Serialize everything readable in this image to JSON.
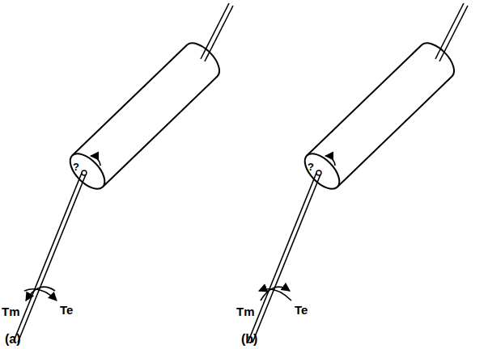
{
  "diagram": {
    "labels": [
      "?",
      "?",
      "Tm",
      "Te",
      "Tm",
      "Te",
      "(a)",
      "(b)"
    ]
  }
}
